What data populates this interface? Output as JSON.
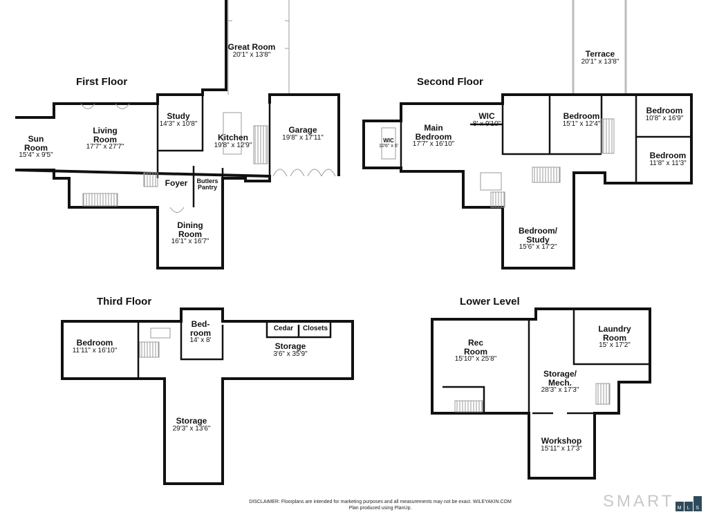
{
  "floors": [
    {
      "title": "First Floor",
      "rooms": [
        {
          "name": "Great Room",
          "dims": "20'1\" x 13'8\""
        },
        {
          "name": "Sun Room",
          "dims": "15'4\" x 9'5\""
        },
        {
          "name": "Living Room",
          "dims": "17'7\" x 27'7\""
        },
        {
          "name": "Study",
          "dims": "14'3\" x 10'8\""
        },
        {
          "name": "Kitchen",
          "dims": "19'8\" x 12'9\""
        },
        {
          "name": "Garage",
          "dims": "19'8\" x 17'11\""
        },
        {
          "name": "Foyer",
          "dims": ""
        },
        {
          "name": "Butlers Pantry",
          "dims": ""
        },
        {
          "name": "Dining Room",
          "dims": "16'1\" x 16'7\""
        }
      ]
    },
    {
      "title": "Second Floor",
      "rooms": [
        {
          "name": "Terrace",
          "dims": "20'1\" x 13'8\""
        },
        {
          "name": "WIC",
          "dims": "10'6\" x 6'"
        },
        {
          "name": "Main Bedroom",
          "dims": "17'7\" x 16'10\""
        },
        {
          "name": "WIC",
          "dims": "8' x 9'10\""
        },
        {
          "name": "Bedroom",
          "dims": "15'1\" x 12'4\""
        },
        {
          "name": "Bedroom",
          "dims": "10'8\" x 16'9\""
        },
        {
          "name": "Bedroom",
          "dims": "11'8\" x 11'3\""
        },
        {
          "name": "Bedroom/ Study",
          "dims": "15'6\" x 17'2\""
        }
      ]
    },
    {
      "title": "Third Floor",
      "rooms": [
        {
          "name": "Bedroom",
          "dims": "11'11\" x 16'10\""
        },
        {
          "name": "Bed- room",
          "dims": "14' x 8'"
        },
        {
          "name": "Cedar",
          "dims": ""
        },
        {
          "name": "Closets",
          "dims": ""
        },
        {
          "name": "Storage",
          "dims": "3'6\" x 35'9\""
        },
        {
          "name": "Storage",
          "dims": "29'3\" x 13'6\""
        }
      ]
    },
    {
      "title": "Lower Level",
      "rooms": [
        {
          "name": "Rec Room",
          "dims": "15'10\" x 25'8\""
        },
        {
          "name": "Laundry Room",
          "dims": "15' x 17'2\""
        },
        {
          "name": "Storage/ Mech.",
          "dims": "28'3\" x 17'3\""
        },
        {
          "name": "Workshop",
          "dims": "15'11\" x 17'3\""
        }
      ]
    }
  ],
  "footer": {
    "disclaimer": "DISCLAIMER: Floorplans are intended for marketing purposes and all measurements may not be exact. WILEYAKIN.COM",
    "credit": "Plan produced using PlanUp.",
    "logo": "SMART MLS",
    "logo_word": "SMART",
    "logo_m": "M",
    "logo_l": "L",
    "logo_s": "S"
  },
  "colors": {
    "wall": "#111111",
    "logo_gray": "#c8c8c8",
    "logo_blue": "#2f4b5a"
  }
}
